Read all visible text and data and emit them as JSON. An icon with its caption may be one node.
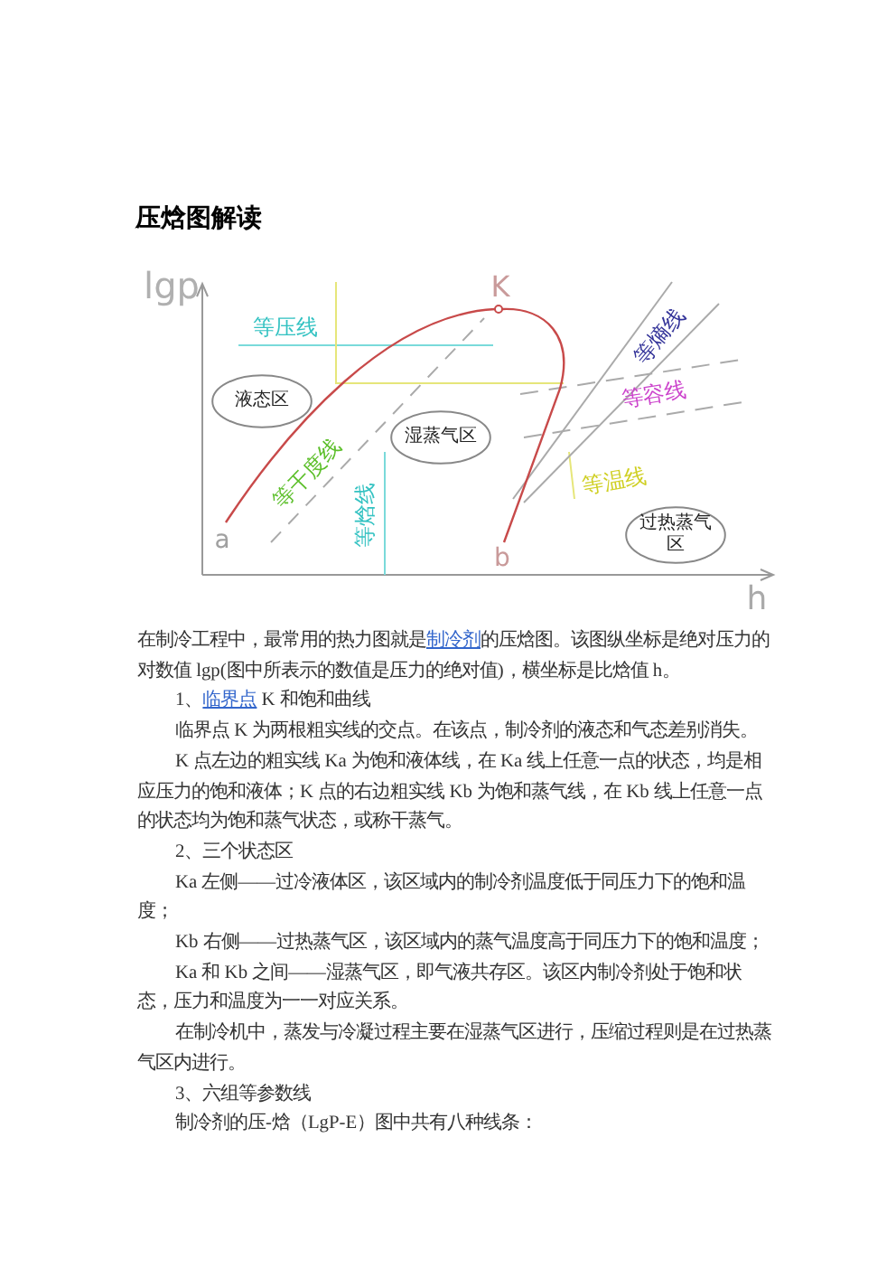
{
  "diagram": {
    "title": "压焓图解读",
    "nodes": [
      {
        "text": [
          "液态区"
        ]
      },
      {
        "text": [
          "湿蒸气区"
        ]
      },
      {
        "text": [
          "过热蒸气区"
        ]
      }
    ],
    "labels": [
      "lgp",
      "K",
      "等压线",
      "等熵线",
      "等容线",
      "等干度线",
      "等焓线",
      "等温线",
      "a",
      "b",
      "h",
      "在制冷工程中，最常用的热力图就是制冷剂的压焓图。该图纵坐标是绝对压力的对数值 lgp(图中所表示的数值是压力的绝对值)，横坐标是比焓值 h。",
      "1、临界点 K 和饱和曲线",
      "临界点 K 为两根粗实线的交点。在该点，制冷剂的液态和气态差别消失。",
      "K 点左边的粗实线 Ka 为饱和液体线，在 Ka 线上任意一点的状态，均是相应压力的饱和液体；K 点的右边粗实线 Kb 为饱和蒸气线，在 Kb 线上任意一点的状态均为饱和蒸气状态，或称干蒸气。",
      "2、三个状态区",
      "Ka 左侧——过冷液体区，该区域内的制冷剂温度低于同压力下的饱和温度；",
      "Kb 右侧——过热蒸气区，该区域内的蒸气温度高于同压力下的饱和温度；",
      "Ka 和 Kb 之间——湿蒸气区，即气液共存区。该区内制冷剂处于饱和状态，压力和温度为一一对应关系。",
      "在制冷机中，蒸发与冷凝过程主要在湿蒸气区进行，压缩过程则是在过热蒸气区内进行。",
      "3、六组等参数线",
      "制冷剂的压-焓（LgP-E）图中共有八种线条："
    ]
  }
}
